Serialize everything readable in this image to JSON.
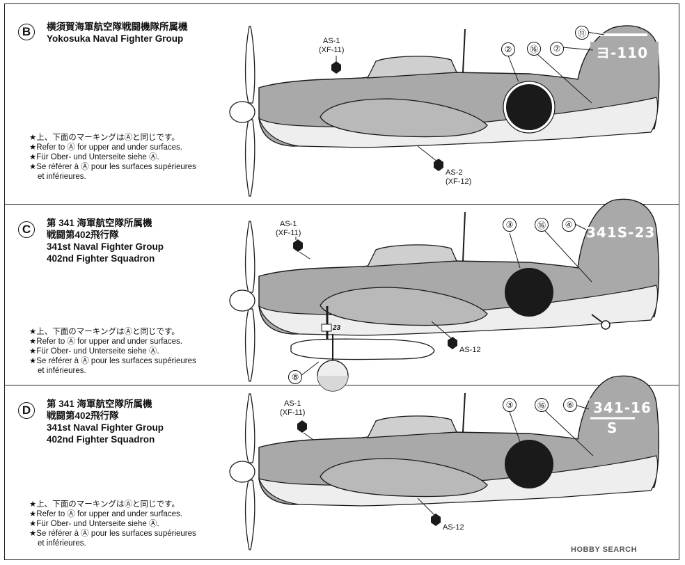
{
  "variants": [
    {
      "badge": "B",
      "title_ja": "横須賀海軍航空隊戦闘機隊所属機",
      "title_en": "Yokosuka Naval Fighter Group",
      "notes": [
        "★上、下面のマーキングはⒶと同じです。",
        "★Refer to Ⓐ for upper and under surfaces.",
        "★Für Ober- und Unterseite siehe Ⓐ.",
        "★Se référer à Ⓐ pour les surfaces supérieures",
        "et inférieures."
      ],
      "tail_code": "ヨ-110",
      "callouts": [
        "⑪",
        "⑦",
        "②",
        "⑯"
      ],
      "labels": [
        {
          "text": "AS-1",
          "sub": "(XF-11)"
        },
        {
          "text": "AS-2",
          "sub": "(XF-12)"
        }
      ]
    },
    {
      "badge": "C",
      "title_ja": "第 341 海軍航空隊所属機",
      "title_ja2": "戦闘第402飛行隊",
      "title_en": "341st Naval Fighter Group",
      "title_en2": "402nd Fighter Squadron",
      "notes": [
        "★上、下面のマーキングはⒶと同じです。",
        "★Refer to Ⓐ for upper and under surfaces.",
        "★Für Ober- und Unterseite siehe Ⓐ.",
        "★Se référer à Ⓐ pour les surfaces supérieures",
        "et inférieures."
      ],
      "tail_code": "341S-23",
      "gear_number": "23",
      "callouts": [
        "③",
        "⑯",
        "④",
        "⑧"
      ],
      "labels": [
        {
          "text": "AS-1",
          "sub": "(XF-11)"
        },
        {
          "text": "AS-12",
          "sub": ""
        }
      ]
    },
    {
      "badge": "D",
      "title_ja": "第 341 海軍航空隊所属機",
      "title_ja2": "戦闘第402飛行隊",
      "title_en": "341st Naval Fighter Group",
      "title_en2": "402nd Fighter Squadron",
      "notes": [
        "★上、下面のマーキングはⒶと同じです。",
        "★Refer to Ⓐ for upper and under surfaces.",
        "★Für Ober- und Unterseite siehe Ⓐ.",
        "★Se référer à Ⓐ pour les surfaces supérieures",
        "et inférieures."
      ],
      "tail_code": "341-16",
      "tail_code2": "S",
      "callouts": [
        "③",
        "⑯",
        "⑥"
      ],
      "labels": [
        {
          "text": "AS-1",
          "sub": "(XF-11)"
        },
        {
          "text": "AS-12",
          "sub": ""
        }
      ]
    }
  ],
  "watermark": "HOBBY SEARCH",
  "colors": {
    "upper": "#a9a9a9",
    "lower": "#eeeeee",
    "hinomaru": "#1a1a1a",
    "line": "#1a1a1a"
  }
}
